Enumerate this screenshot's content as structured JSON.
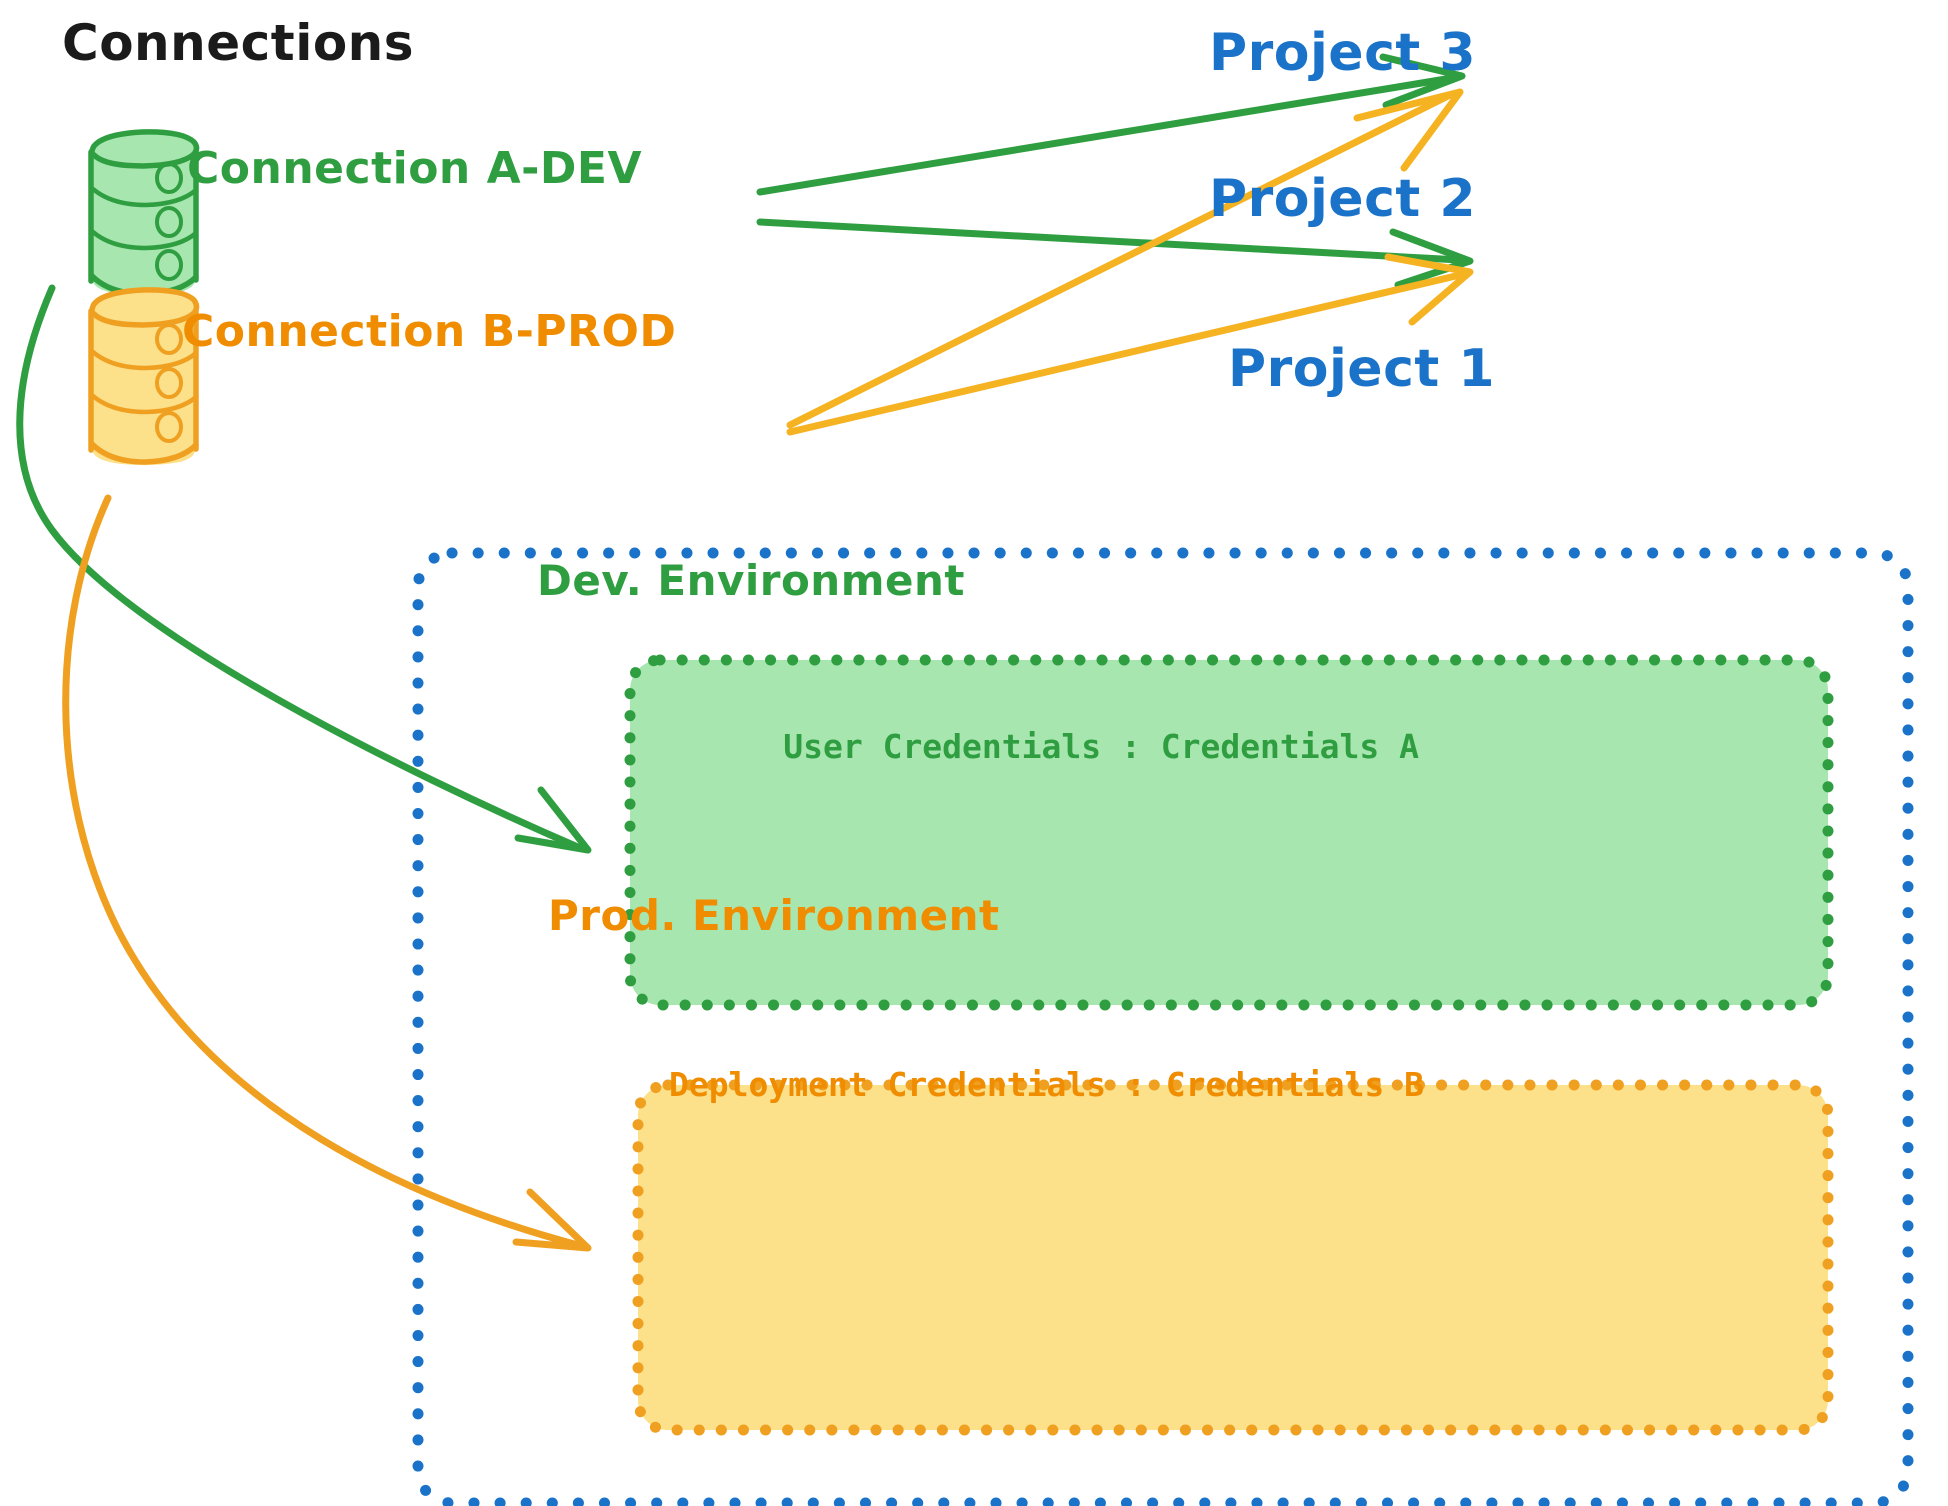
{
  "diagram": {
    "title": "Connections",
    "connections": [
      {
        "id": "connection-a-dev",
        "label": "Connection A-DEV",
        "icon": "database-cylinder-icon",
        "color": "#2f9e41",
        "fill": "#a8e6b0"
      },
      {
        "id": "connection-b-prod",
        "label": "Connection B-PROD",
        "icon": "database-cylinder-icon",
        "color": "#f08c00",
        "fill": "#fce08a"
      }
    ],
    "projects": [
      {
        "id": "project-3",
        "label": "Project 3",
        "color": "#1a73c9"
      },
      {
        "id": "project-2",
        "label": "Project 2",
        "color": "#1a73c9"
      },
      {
        "id": "project-1",
        "label": "Project 1",
        "color": "#1a73c9"
      }
    ],
    "project_1_container": {
      "label": "Project 1",
      "border_color": "#1a73c9",
      "border_style": "dotted"
    },
    "environments": [
      {
        "id": "dev-environment",
        "title": "Dev. Environment",
        "credentials_label": "User Credentials",
        "credentials_separator": ":",
        "credentials_value": "Credentials A",
        "credentials_line": "User Credentials : Credentials A",
        "color": "#2f9e41",
        "fill": "#a8e6b0",
        "border_style": "dotted"
      },
      {
        "id": "prod-environment",
        "title": "Prod. Environment",
        "credentials_label": "Deployment Credentials",
        "credentials_separator": ":",
        "credentials_value": "Credentials B",
        "credentials_line": "Deployment Credentials : Credentials B",
        "color": "#f08c00",
        "fill": "#fce08a",
        "border_style": "dotted"
      }
    ],
    "arrows": [
      {
        "id": "arrow-a-dev-to-project-3",
        "from": "connection-a-dev",
        "to": "project-3",
        "color": "#2f9e41"
      },
      {
        "id": "arrow-a-dev-to-project-2",
        "from": "connection-a-dev",
        "to": "project-2",
        "color": "#2f9e41"
      },
      {
        "id": "arrow-b-prod-to-project-3",
        "from": "connection-b-prod",
        "to": "project-3",
        "color": "#f5b221"
      },
      {
        "id": "arrow-b-prod-to-project-2",
        "from": "connection-b-prod",
        "to": "project-2",
        "color": "#f5b221"
      },
      {
        "id": "arrow-a-dev-to-dev-environment",
        "from": "connection-a-dev",
        "to": "dev-environment",
        "color": "#2f9e41"
      },
      {
        "id": "arrow-b-prod-to-prod-environment",
        "from": "connection-b-prod",
        "to": "prod-environment",
        "color": "#f0a020"
      }
    ]
  }
}
